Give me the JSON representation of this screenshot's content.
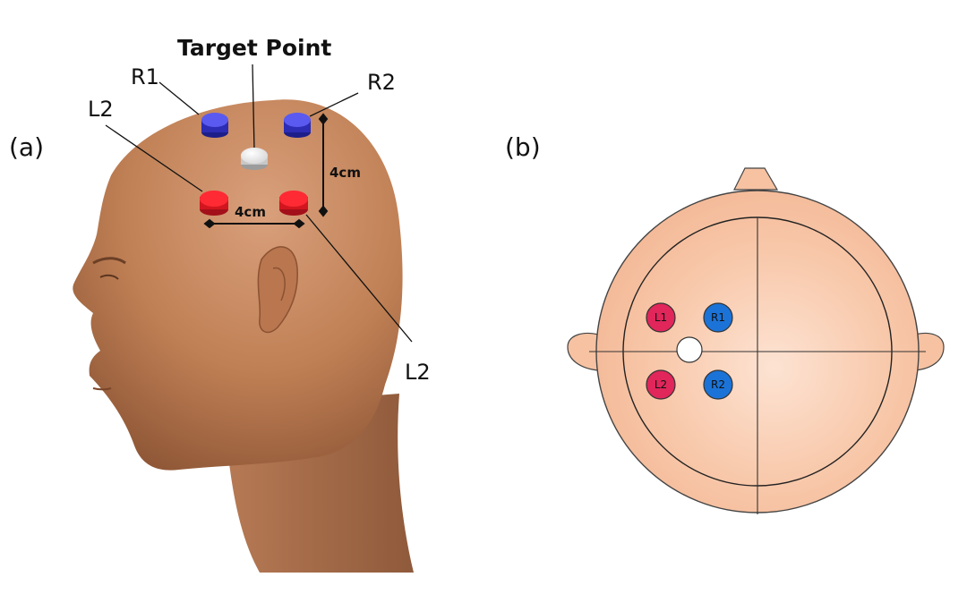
{
  "panels": {
    "a": "(a)",
    "b": "(b)"
  },
  "side_view": {
    "target_label": "Target Point",
    "callouts": {
      "r1": "R1",
      "r2": "R2",
      "l2_upper": "L2",
      "l2_lower": "L2"
    },
    "dimensions": {
      "vertical": "4cm",
      "horizontal": "4cm"
    }
  },
  "top_view": {
    "electrodes": {
      "l1": "L1",
      "r1": "R1",
      "l2": "L2",
      "r2": "R2"
    }
  },
  "colors": {
    "anode_red": "#ff1f2d",
    "cathode_blue": "#3a3ad8",
    "top_red": "#e0265a",
    "top_blue": "#1b73d8",
    "skin": "#f6c2a2",
    "head_side_skin": "#c98761",
    "target_white": "#ffffff"
  }
}
